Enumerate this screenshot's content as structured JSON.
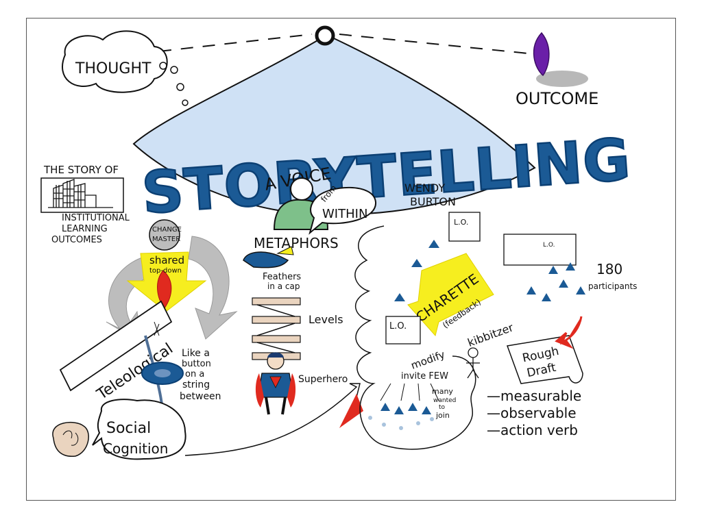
{
  "title": "STORYTELLING",
  "thought": "THOUGHT",
  "outcome": "OUTCOME",
  "voice": {
    "a_voice": "A VOICE",
    "from": "from",
    "within": "WITHIN"
  },
  "author": {
    "first": "WENDY",
    "last": "BURTON"
  },
  "story_of": {
    "heading": "THE STORY OF",
    "line1": "INSTITUTIONAL",
    "line2": "LEARNING",
    "line3": "OUTCOMES"
  },
  "change_master": {
    "line1": "CHANGE",
    "line2": "MASTER"
  },
  "shared": {
    "line1": "shared",
    "line2": "top-down"
  },
  "teleological": "Teleological",
  "button_note": {
    "l1": "Like a",
    "l2": "button",
    "l3": "on a",
    "l4": "string",
    "l5": "between"
  },
  "social_cognition": {
    "l1": "Social",
    "l2": "Cognition"
  },
  "metaphors": {
    "heading": "METAPHORS",
    "feathers_l1": "Feathers",
    "feathers_l2": "in a cap",
    "levels": "Levels",
    "superhero": "Superhero"
  },
  "charette": {
    "label": "CHARETTE",
    "sub": "(feedback)"
  },
  "lo_note": "L.O.",
  "modify": "modify",
  "kibbitzer": "kibbitzer",
  "invite": "invite FEW",
  "many_wanted": {
    "l1": "many",
    "l2": "wanted",
    "l3": "to",
    "l4": "join"
  },
  "participants": {
    "count": "180",
    "label": "participants"
  },
  "rough_draft": {
    "l1": "Rough",
    "l2": "Draft"
  },
  "criteria": [
    "—measurable",
    "—observable",
    "—action verb"
  ],
  "colors": {
    "title_blue": "#1b5a95",
    "dome_blue": "#cfe1f5",
    "yellow": "#f6ee1f",
    "red": "#e02a1f",
    "purple": "#6a1fa8",
    "green": "#7ec08a"
  }
}
